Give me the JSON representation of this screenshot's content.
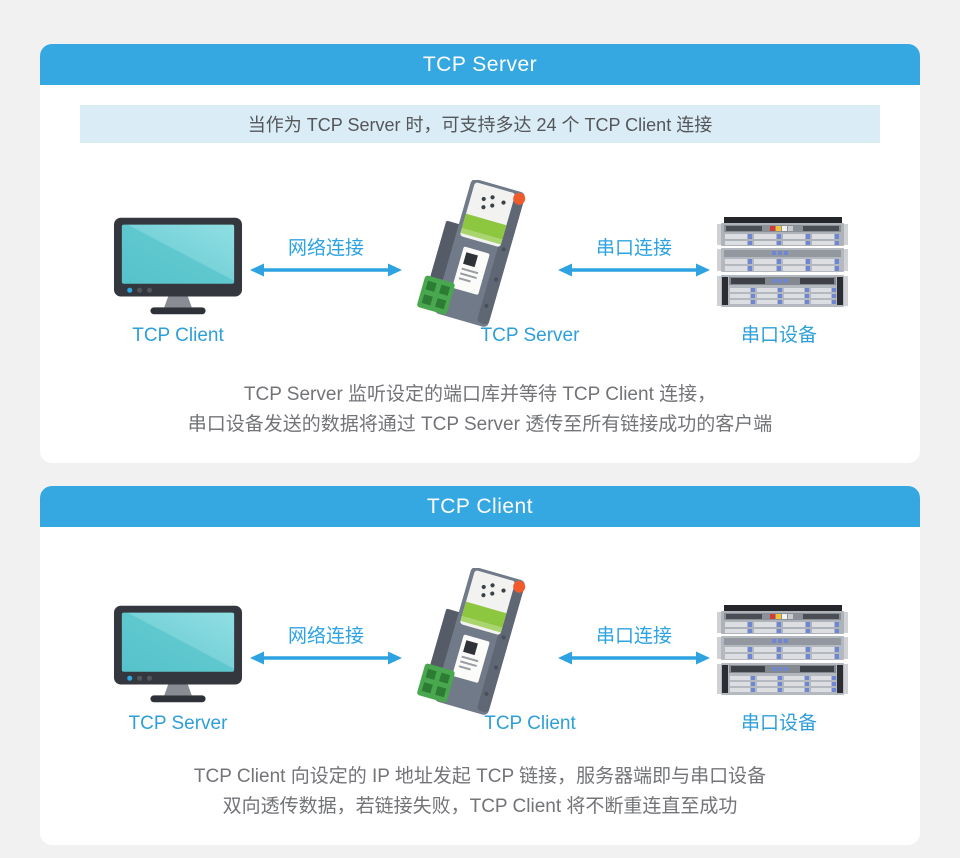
{
  "colors": {
    "page_background": "#f1f1f2",
    "header_blue": "#35a7e1",
    "banner_background": "#daedf7",
    "banner_text": "#55565a",
    "link_blue": "#2da3e2",
    "node_label_blue": "#2e9fd9",
    "description_gray": "#737478",
    "monitor_screen_teal": "#62c8cf",
    "device_label_green": "#8dc63f",
    "terminal_green": "#49a84f",
    "reset_button_orange": "#f15b2b",
    "rack_accent_blue": "#6e87d4"
  },
  "icons": {
    "left_node": "desktop-monitor-icon",
    "center_node": "din-rail-serial-server-icon",
    "right_node": "rack-servers-icon",
    "connector": "double-headed-arrow-icon"
  },
  "sections": [
    {
      "title": "TCP Server",
      "banner": "当作为 TCP Server 时，可支持多达 24 个 TCP Client 连接",
      "nodes": {
        "left": "TCP Client",
        "center": "TCP Server",
        "right": "串口设备"
      },
      "links": {
        "network": "网络连接",
        "serial": "串口连接"
      },
      "description": [
        "TCP Server 监听设定的端口库并等待 TCP Client 连接，",
        "串口设备发送的数据将通过 TCP Server 透传至所有链接成功的客户端"
      ]
    },
    {
      "title": "TCP Client",
      "nodes": {
        "left": "TCP Server",
        "center": "TCP Client",
        "right": "串口设备"
      },
      "links": {
        "network": "网络连接",
        "serial": "串口连接"
      },
      "description": [
        "TCP Client 向设定的 IP 地址发起 TCP 链接，服务器端即与串口设备",
        "双向透传数据，若链接失败，TCP Client 将不断重连直至成功"
      ]
    }
  ]
}
